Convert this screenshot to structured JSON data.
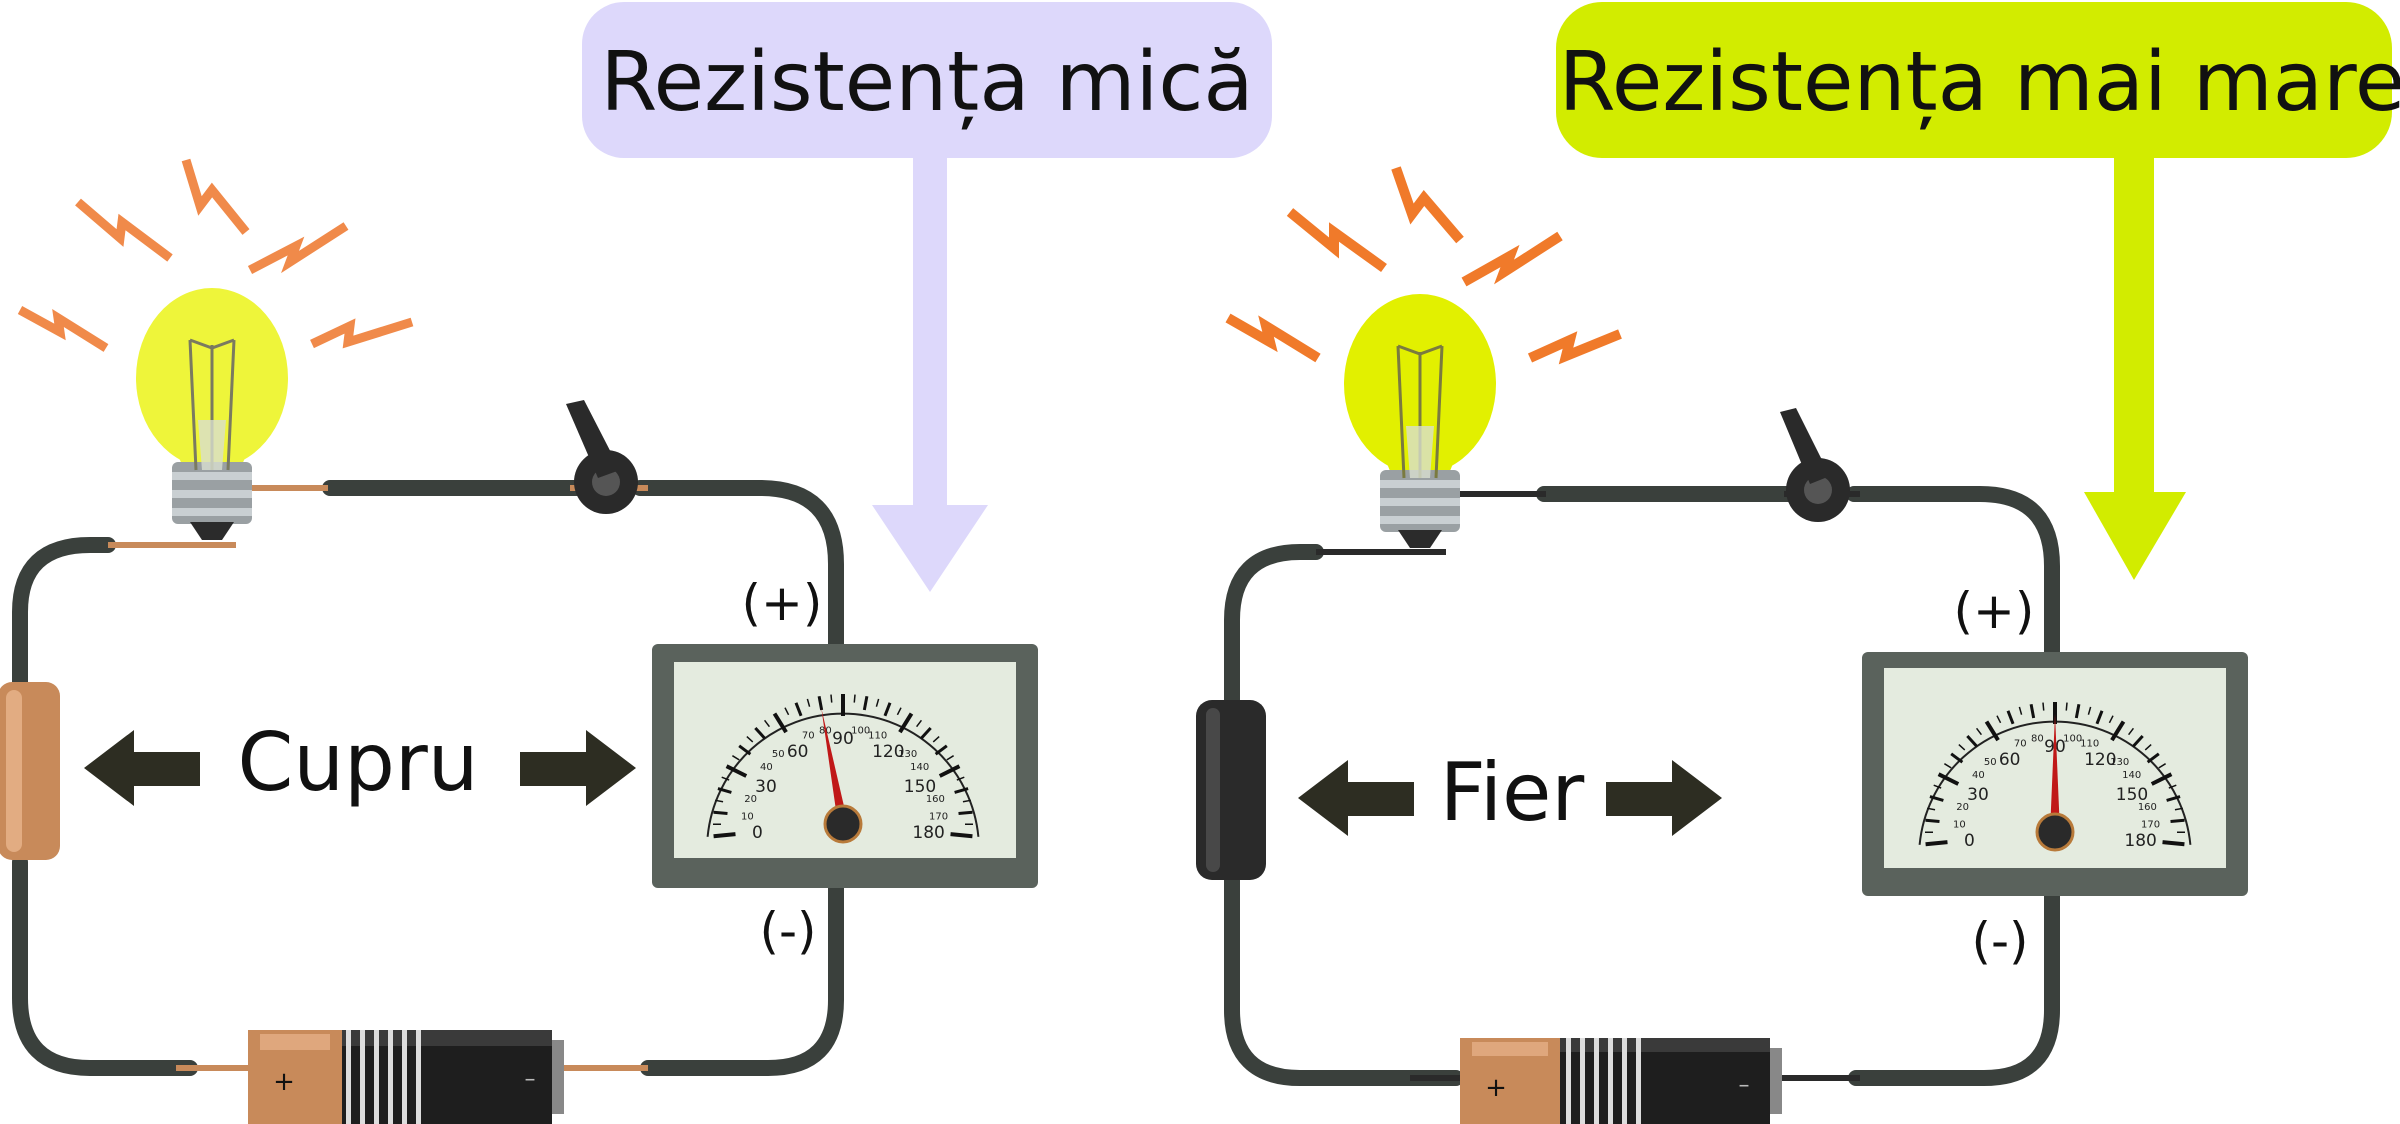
{
  "colors": {
    "wire": "#3a403c",
    "copper": "#c88a5a",
    "iron": "#2a2a2a",
    "bulb": "#eef53a",
    "spark": "#f08a4a",
    "meter_case": "#5a625c",
    "meter_face": "#e4ebdf",
    "needle": "#c01818",
    "arrow_dark": "#2d2d22"
  },
  "left": {
    "label": "Rezistența mică",
    "label_color": "#ddd8fb",
    "arrow_color": "#ddd8fb",
    "material": "Cupru",
    "plus": "(+)",
    "minus": "(-)",
    "needle_value": 80,
    "battery_plus": "+",
    "battery_minus": "–"
  },
  "right": {
    "label": "Rezistența mai mare",
    "label_color": "#d2ec00",
    "arrow_color": "#d2ec00",
    "material": "Fier",
    "plus": "(+)",
    "minus": "(-)",
    "needle_value": 90,
    "battery_plus": "+",
    "battery_minus": "–"
  },
  "meter_scale": {
    "min": 0,
    "max": 180,
    "major_labels": [
      "0",
      "30",
      "60",
      "90",
      "120",
      "150",
      "180"
    ],
    "minor_labels": [
      "10",
      "20",
      "40",
      "50",
      "70",
      "80",
      "100",
      "110",
      "130",
      "140",
      "160",
      "170"
    ]
  }
}
